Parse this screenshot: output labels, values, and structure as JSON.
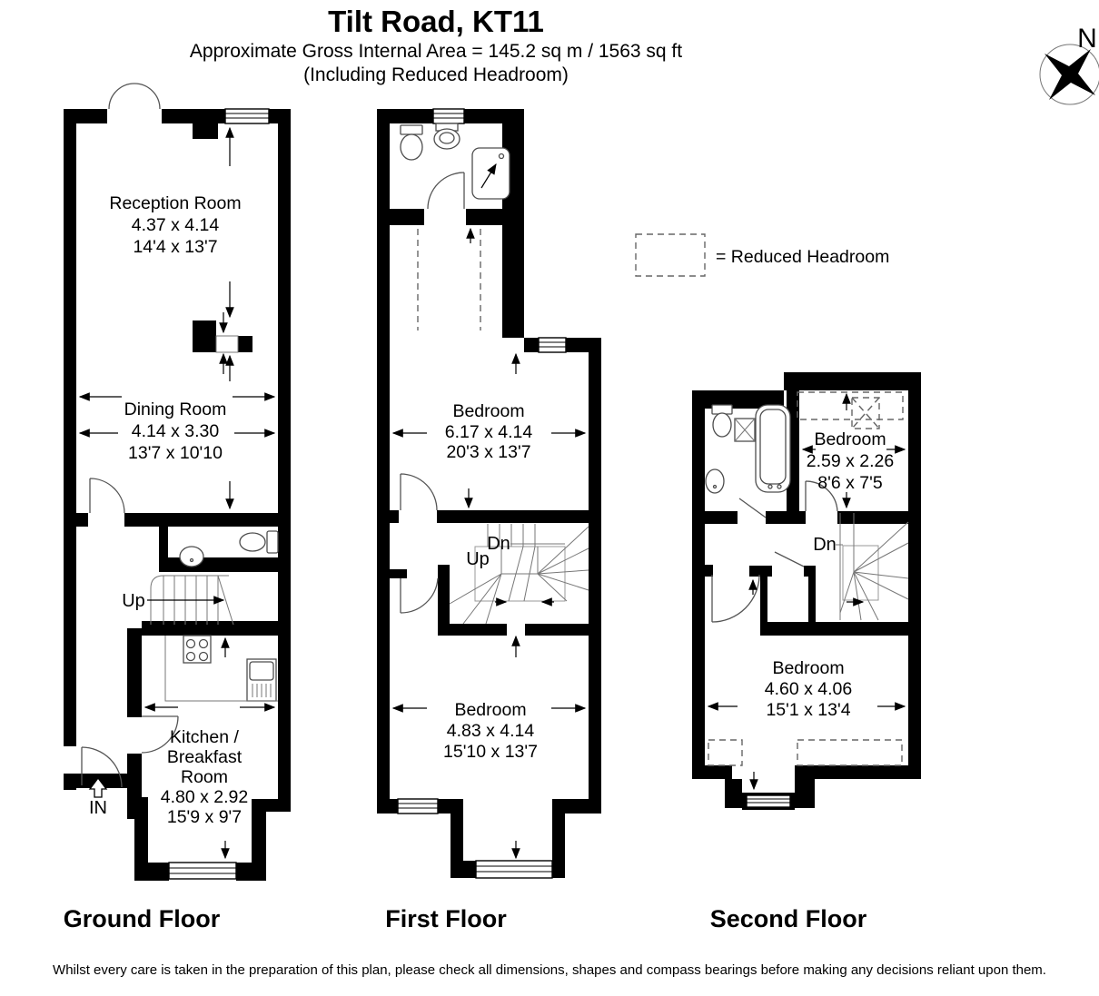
{
  "header": {
    "title": "Tilt Road, KT11",
    "area_line": "Approximate Gross Internal Area = 145.2 sq m / 1563 sq ft",
    "headroom_line": "(Including Reduced Headroom)"
  },
  "compass": {
    "north_label": "N"
  },
  "legend": {
    "label": "= Reduced Headroom"
  },
  "colors": {
    "walls": "#000000",
    "background": "#ffffff"
  },
  "floors": {
    "ground": {
      "label": "Ground Floor",
      "entrance_label": "IN",
      "stair_up_label": "Up",
      "rooms": {
        "reception": {
          "lines": [
            "Reception Room",
            "4.37 x 4.14",
            "14'4 x 13'7"
          ]
        },
        "dining": {
          "lines": [
            "Dining Room",
            "4.14 x 3.30",
            "13'7 x 10'10"
          ]
        },
        "kitchen": {
          "lines": [
            "Kitchen /",
            "Breakfast",
            "Room",
            "4.80 x 2.92",
            "15'9 x 9'7"
          ]
        }
      }
    },
    "first": {
      "label": "First Floor",
      "stair_up_label": "Up",
      "stair_down_label": "Dn",
      "rooms": {
        "bedroom_front": {
          "lines": [
            "Bedroom",
            "6.17 x 4.14",
            "20'3 x 13'7"
          ]
        },
        "bedroom_back": {
          "lines": [
            "Bedroom",
            "4.83 x 4.14",
            "15'10 x 13'7"
          ]
        }
      }
    },
    "second": {
      "label": "Second Floor",
      "stair_down_label": "Dn",
      "rooms": {
        "bedroom_small": {
          "lines": [
            "Bedroom",
            "2.59 x 2.26",
            "8'6 x 7'5"
          ]
        },
        "bedroom_main": {
          "lines": [
            "Bedroom",
            "4.60 x 4.06",
            "15'1 x 13'4"
          ]
        }
      }
    }
  },
  "footer": {
    "disclaimer": "Whilst every care is taken in the preparation of this plan, please check all dimensions, shapes and compass bearings before making any decisions reliant upon them."
  }
}
